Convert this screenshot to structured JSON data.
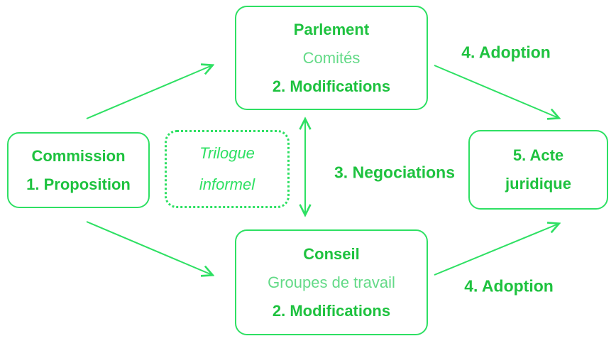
{
  "colors": {
    "stroke": "#2ee063",
    "text_bold": "#1ec23f",
    "text_light": "#63da87",
    "background": "#ffffff"
  },
  "boxes": {
    "commission": {
      "line1": "Commission",
      "line2": "1. Proposition"
    },
    "parlement": {
      "line1": "Parlement",
      "line2": "Comités",
      "line3": "2. Modifications"
    },
    "trilogue": {
      "line1": "Trilogue",
      "line2": "informel"
    },
    "conseil": {
      "line1": "Conseil",
      "line2": "Groupes de travail",
      "line3": "2. Modifications"
    },
    "acte_juridique": {
      "line1": "5. Acte",
      "line2": "juridique"
    }
  },
  "labels": {
    "adoption_top": "4. Adoption",
    "negociations": "3. Negociations",
    "adoption_bottom": "4. Adoption"
  },
  "arrows": {
    "commission_to_parlement": "arrow-up-right",
    "commission_to_conseil": "arrow-down-right",
    "parlement_to_acte": "arrow-down-right",
    "conseil_to_acte": "arrow-up-right",
    "parlement_conseil": "arrow-vertical-double"
  }
}
